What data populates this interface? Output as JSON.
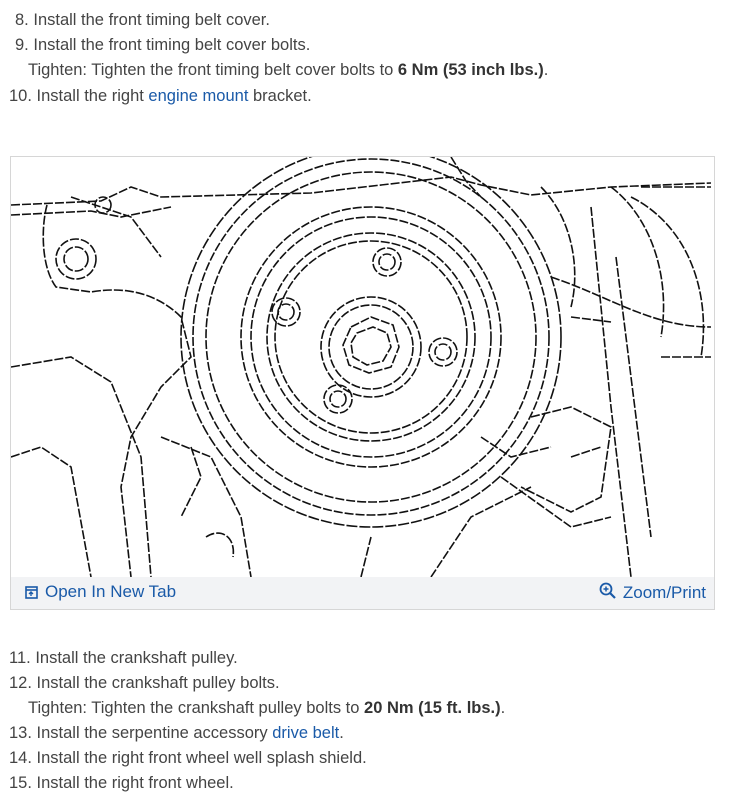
{
  "steps_top": [
    {
      "num": "8.",
      "text": "Install the front timing belt cover."
    },
    {
      "num": "9.",
      "text": "Install the front timing belt cover bolts."
    }
  ],
  "tighten_1": {
    "prefix": "Tighten: Tighten the front timing belt cover bolts to ",
    "value": "6 Nm (53 inch lbs.)",
    "suffix": "."
  },
  "step_10": {
    "num": "10.",
    "pre": "Install the right ",
    "link": "engine mount",
    "post": " bracket."
  },
  "figure": {
    "open_tab_label": "Open In New Tab",
    "open_tab_icon": "open-external-icon",
    "zoom_label": "Zoom/Print",
    "zoom_icon": "magnifier-plus-icon",
    "accent": "#1a5aa8"
  },
  "step_11": {
    "num": "11.",
    "text": "Install the crankshaft pulley."
  },
  "step_12": {
    "num": "12.",
    "text": "Install the crankshaft pulley bolts."
  },
  "tighten_2": {
    "prefix": "Tighten: Tighten the crankshaft pulley bolts to ",
    "value": "20 Nm (15 ft. lbs.)",
    "suffix": "."
  },
  "step_13": {
    "num": "13.",
    "pre": "Install the serpentine accessory ",
    "link": "drive belt",
    "post": "."
  },
  "step_14": {
    "num": "14.",
    "text": "Install the right front wheel well splash shield."
  },
  "step_15": {
    "num": "15.",
    "text": "Install the right front wheel."
  }
}
